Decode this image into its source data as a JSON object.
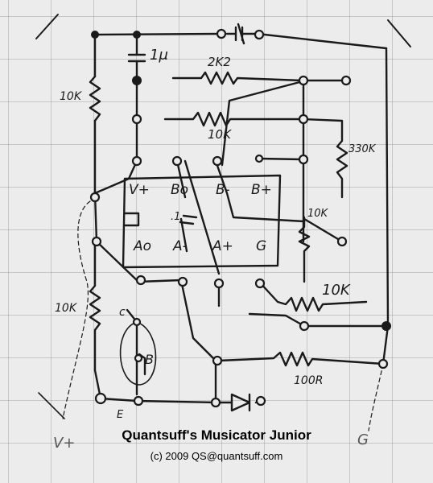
{
  "caption": {
    "title": "Quantsuff's Musicator Junior",
    "copyright": "(c) 2009 QS@quantsuff.com"
  },
  "labels": {
    "cap_top": "1μ",
    "r_2k2": "2K2",
    "r_10k_pot": "10K",
    "r_330k": "330K",
    "r_10k_left_top": "10K",
    "r_10k_left_bottom": "10K",
    "r_10k_right": "10K",
    "r_10k_mid": "10K",
    "r_100r": "100R",
    "cap_mid": ".1",
    "pin_vplus": "V+",
    "pin_bo": "Bo",
    "pin_bminus": "B-",
    "pin_bplus": "B+",
    "pin_ao": "Ao",
    "pin_aminus": "A-",
    "pin_aplus": "A+",
    "pin_g": "G",
    "transistor_b": "B",
    "transistor_c": "c",
    "transistor_e": "E",
    "supply_v": "V+",
    "ground_g": "G"
  },
  "colors": {
    "ink": "#1a1a1a",
    "paper": "#ececec",
    "grid": "#969696"
  }
}
